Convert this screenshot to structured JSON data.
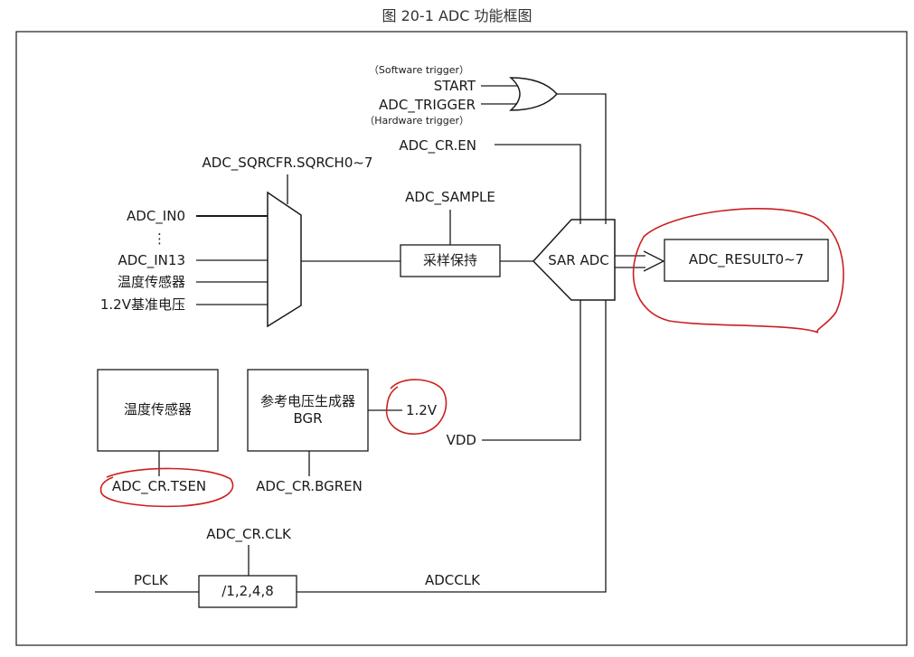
{
  "figure_title": "图 20-1    ADC 功能框图",
  "trigger": {
    "software_note": "（Software trigger）",
    "start": "START",
    "adc_trigger": "ADC_TRIGGER",
    "hardware_note": "（Hardware trigger）"
  },
  "signals": {
    "cr_en": "ADC_CR.EN",
    "sqrcfr": "ADC_SQRCFR.SQRCH0~7",
    "sample": "ADC_SAMPLE",
    "vdd": "VDD",
    "cr_clk": "ADC_CR.CLK",
    "pclk": "PCLK",
    "adcclk": "ADCCLK",
    "tsen": "ADC_CR.TSEN",
    "bgren": "ADC_CR.BGREN",
    "v12": "1.2V"
  },
  "mux_inputs": [
    "ADC_IN0",
    "⋮",
    "ADC_IN13",
    "温度传感器",
    "1.2V基准电压"
  ],
  "blocks": {
    "sample_hold": "采样保持",
    "sar_adc": "SAR ADC",
    "result": "ADC_RESULT0~7",
    "temp_sensor": "温度传感器",
    "bgr_line1": "参考电压生成器",
    "bgr_line2": "BGR",
    "divider": "/1,2,4,8"
  },
  "colors": {
    "line": "#1a1a1a",
    "annotation": "#cc1f1f"
  }
}
